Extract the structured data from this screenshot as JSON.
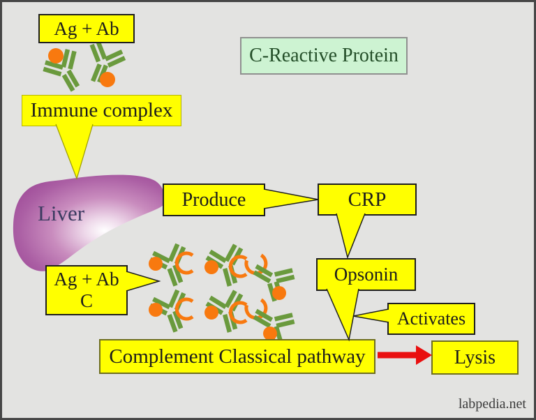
{
  "diagram": {
    "title": "C-Reactive Protein",
    "watermark": "labpedia.net",
    "nodes": {
      "ag_ab": {
        "label": "Ag + Ab"
      },
      "immune_complex": {
        "label": "Immune complex"
      },
      "liver": {
        "label": "Liver"
      },
      "produce": {
        "label": "Produce"
      },
      "crp": {
        "label": "CRP"
      },
      "ag_ab_c": {
        "line1": "Ag + Ab",
        "line2": "C"
      },
      "opsonin": {
        "label": "Opsonin"
      },
      "activates": {
        "label": "Activates"
      },
      "complement_pathway": {
        "label": "Complement Classical pathway"
      },
      "lysis": {
        "label": "Lysis"
      }
    },
    "connections": [
      {
        "from": "immune_complex",
        "to": "liver",
        "type": "callout-tail"
      },
      {
        "from": "produce",
        "to": "crp",
        "type": "callout-tail"
      },
      {
        "from": "crp",
        "to": "opsonin",
        "type": "callout-tail"
      },
      {
        "from": "ag_ab_c",
        "to": "antibody-complement-cluster",
        "type": "callout-tail"
      },
      {
        "from": "opsonin",
        "to": "complement_pathway",
        "type": "callout-tail"
      },
      {
        "from": "activates",
        "to": "opsonin-tail",
        "type": "callout-tail"
      },
      {
        "from": "complement_pathway",
        "to": "lysis",
        "type": "red-arrow"
      }
    ],
    "icons": [
      "antibody-icon",
      "antigen-icon",
      "complement-c-icon"
    ],
    "colors": {
      "background": "#e3e3e1",
      "frame": "#464646",
      "box_fill": "#ffff00",
      "box_border": "#1e1e1e",
      "olive_border": "#6e6e1e",
      "title_fill": "#cdf3d2",
      "title_border": "#8f8f8f",
      "title_text": "#234e28",
      "box_text": "#1c1c1c",
      "antibody_green": "#6a9a3d",
      "antigen_orange": "#f8790f",
      "liver_purple": "#a0509a",
      "liver_text": "#3b3b60",
      "arrow_red": "#e90f0f",
      "watermark_text": "#3c3c3c"
    }
  }
}
